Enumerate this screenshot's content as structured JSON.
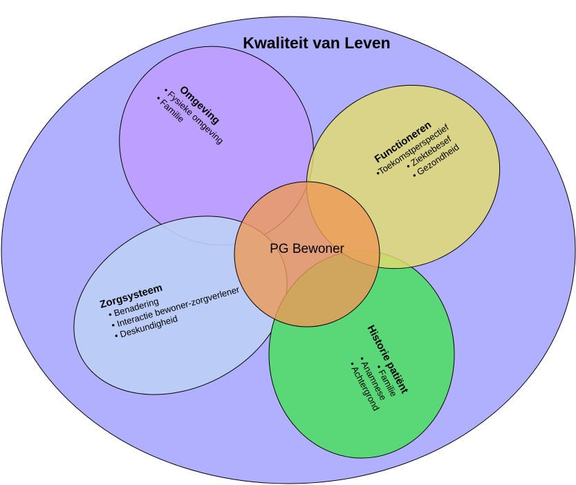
{
  "diagram": {
    "title": "Kwaliteit van Leven",
    "center": "PG Bewoner",
    "colors": {
      "outer": "#b0b0ff",
      "omgeving": "#bf9cff",
      "functioneren": "#dcd97a",
      "zorgsysteem": "#b5c8f3",
      "historie": "#5ad878",
      "center": "#e9a068"
    },
    "groups": {
      "omgeving": {
        "heading": "Omgeving",
        "items": [
          "• Fysieke omgeving",
          "• Familie"
        ]
      },
      "functioneren": {
        "heading": "Functioneren",
        "items": [
          "•Toekomstperspectief",
          "• Ziektebesef",
          "• Gezondheid"
        ]
      },
      "zorgsysteem": {
        "heading": "Zorgsysteem",
        "items": [
          "• Benadering",
          "• Interactie bewoner-zorgverlener",
          "• Deskundigheid"
        ]
      },
      "historie": {
        "heading": "Historie patiënt",
        "items": [
          "• Familie",
          "• Anamnese",
          "• Achtergrond"
        ]
      }
    }
  }
}
